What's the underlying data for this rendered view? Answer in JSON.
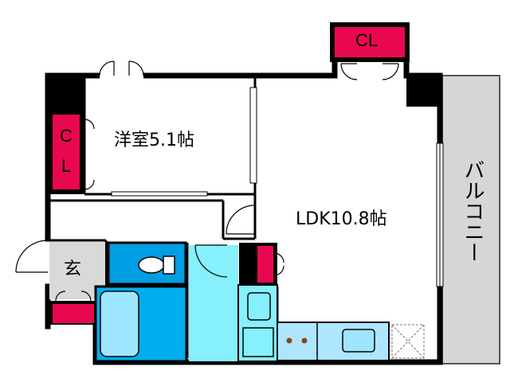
{
  "rooms": {
    "western_room": "洋室5.1帖",
    "ldk": "LDK10.8帖",
    "entrance": "玄",
    "balcony": "バルコニー"
  },
  "closets": {
    "top": "CL",
    "left_c": "C",
    "left_l": "L"
  },
  "colors": {
    "wall": "#000000",
    "closet": "#e8084f",
    "toilet": "#009fe3",
    "bath": "#00aeef",
    "bathtub": "#9ee6ff",
    "washroom": "#86f0fc",
    "kitchen": "#aee6ff",
    "balcony": "#d6d6d6",
    "entrance_floor": "#d9d9d9"
  }
}
